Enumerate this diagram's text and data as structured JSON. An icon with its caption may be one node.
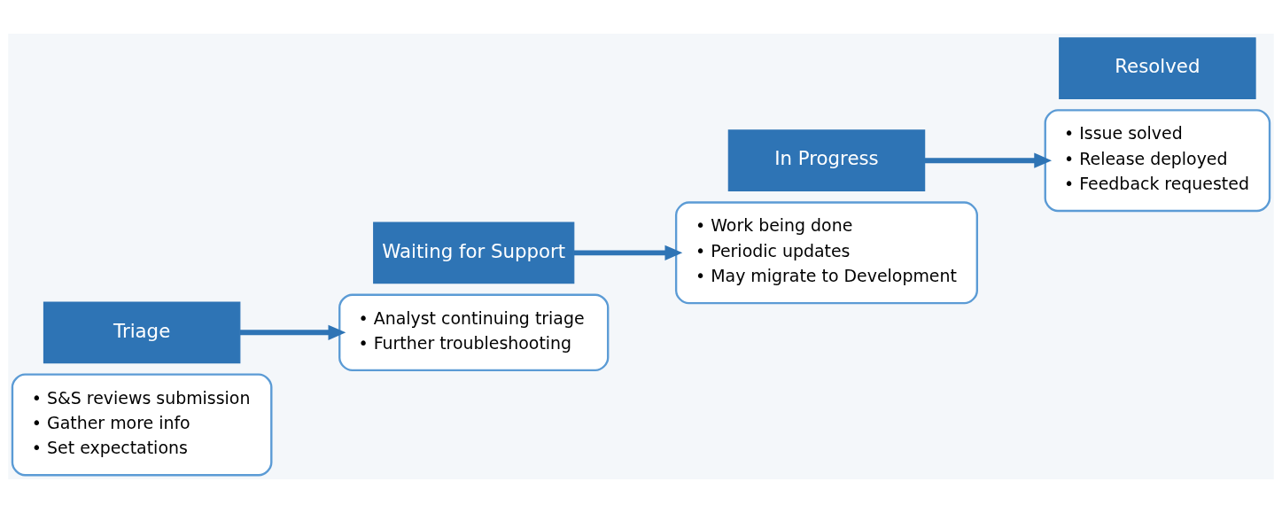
{
  "diagram": {
    "nodes": [
      {
        "text": [
          "• S&S reviews submission",
          "• Gather more info",
          "• Set expectations"
        ]
      },
      {
        "text": [
          "Triage"
        ]
      },
      {
        "text": [
          "Waiting for Support"
        ]
      },
      {
        "text": [
          "• Analyst continuing triage",
          "• Further troubleshooting"
        ]
      },
      {
        "text": [
          "• Work being done",
          "• Periodic updates",
          "• May migrate to Development"
        ]
      },
      {
        "text": [
          "In Progress"
        ]
      },
      {
        "text": [
          "Resolved"
        ]
      },
      {
        "text": [
          "• Issue solved",
          "• Release deployed",
          "• Feedback requested"
        ]
      }
    ],
    "edges": [
      {
        "from": 1,
        "to": 3,
        "arrow": "to"
      },
      {
        "from": 2,
        "to": 4,
        "arrow": "to"
      },
      {
        "from": 5,
        "to": 7,
        "arrow": "to"
      }
    ]
  }
}
